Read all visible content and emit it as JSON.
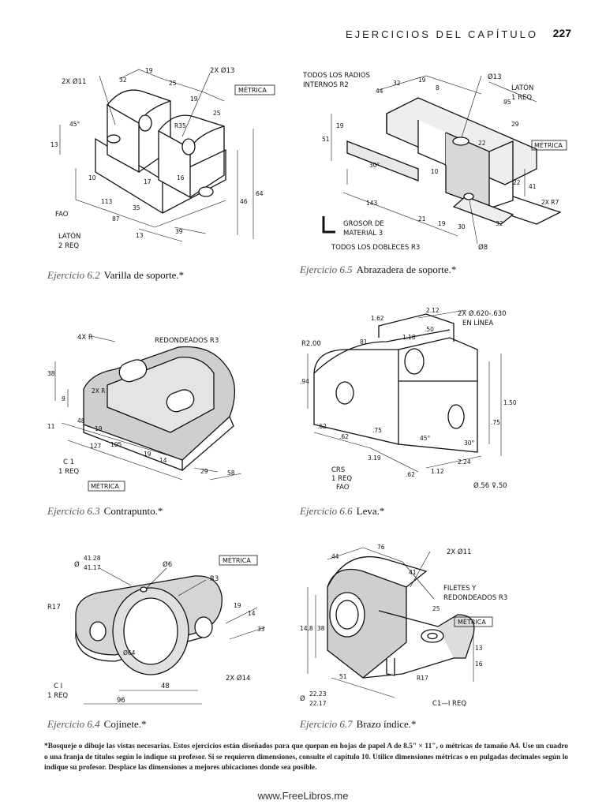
{
  "header": {
    "running_title": "EJERCICIOS DEL CAPÍTULO",
    "page_number": "227"
  },
  "figures": [
    {
      "id": "6.2",
      "number": "Ejercicio 6.2",
      "title": "Varilla de soporte.*",
      "labels": {
        "metric": "MÉTRICA",
        "hole1": "2X Ø11",
        "hole2": "2X Ø13",
        "material": "LATÓN",
        "qty": "2 REQ",
        "fao": "FAO",
        "d32": "32",
        "d19a": "19",
        "d25a": "25",
        "d19b": "19",
        "d25b": "25",
        "r": "R35",
        "d45": "45°",
        "d13": "13",
        "d10": "10",
        "d17": "17",
        "d16": "16",
        "d113": "113",
        "d35": "35",
        "d87": "87",
        "d13b": "13",
        "d39": "39",
        "d46": "46",
        "d64": "64"
      }
    },
    {
      "id": "6.5",
      "number": "Ejercicio 6.5",
      "title": "Abrazadera de soporte.*",
      "labels": {
        "radii_1": "TODOS LOS RADIOS",
        "radii_2": "INTERNOS R2",
        "hole": "Ø13",
        "material": "LATÓN",
        "qty": "1 REQ",
        "metric": "MÉTRICA",
        "thick_1": "GROSOR DE",
        "thick_2": "MATERIAL 3",
        "bends": "TODOS LOS DOBLECES R3",
        "hole2": "Ø8",
        "r7": "2X R7",
        "d44": "44",
        "d32": "32",
        "d19": "19",
        "d8": "8",
        "d95": "95",
        "d29": "29",
        "d51": "51",
        "d19b": "19",
        "d30": "30°",
        "d10": "10",
        "d22": "22",
        "d41": "41",
        "d143": "143",
        "d21": "21",
        "d19c": "19",
        "d30b": "30",
        "d32b": "32",
        "d22b": "22"
      }
    },
    {
      "id": "6.3",
      "number": "Ejercicio 6.3",
      "title": "Contrapunto.*",
      "labels": {
        "radius": "4X R",
        "rounds": "REDONDEADOS R3",
        "part": "C 1",
        "qty": "1 REQ",
        "metric": "MÉTRICA",
        "d38": "38",
        "d9": "9",
        "d11": "11",
        "d48": "48",
        "d19": "19",
        "d127": "127",
        "d105": "105",
        "d19b": "19",
        "d14": "14",
        "d29": "29",
        "d58": "58",
        "d2x": "2X R"
      }
    },
    {
      "id": "6.6",
      "number": "Ejercicio 6.6",
      "title": "Leva.*",
      "labels": {
        "hole": "2X Ø.620-.630",
        "inline": "EN LÍNEA",
        "radius": "R2.00",
        "crs": "CRS",
        "qty": "1 REQ",
        "fao": "FAO",
        "bottom": "Ø.56 ⊽.50",
        "d162": "1.62",
        "d212": "2.12",
        "d81": "81",
        "d118": "1.18",
        "d50": ".50",
        "d94": ".94",
        "d150": "1.50",
        "d75": ".75",
        "d62": ".62",
        "d62b": ".62",
        "d75b": ".75",
        "d45": "45°",
        "d30": "30°",
        "d319": "3.19",
        "d62c": ".62",
        "d112": "1.12",
        "d224": "2.24"
      }
    },
    {
      "id": "6.4",
      "number": "Ejercicio 6.4",
      "title": "Cojinete.*",
      "labels": {
        "bore_top": "41.28",
        "bore_bot": "41.17",
        "hole": "Ø6",
        "metric": "MÉTRICA",
        "r3": "R3",
        "r17": "R17",
        "d64": "Ø64",
        "d48": "48",
        "d96": "96",
        "holes": "2X Ø14",
        "part": "C I",
        "qty": "1 REQ",
        "d33": "33",
        "d14": "14",
        "d19": "19"
      }
    },
    {
      "id": "6.7",
      "number": "Ejercicio 6.7",
      "title": "Brazo índice.*",
      "labels": {
        "hole": "2X Ø11",
        "fillets_1": "FILETES Y",
        "fillets_2": "REDONDEADOS R3",
        "metric": "MÉTRICA",
        "bore_top": "22.23",
        "bore_bot": "22.17",
        "part": "C1—I REQ",
        "d44": "44",
        "d76": "76",
        "d41": "41",
        "d25": "25",
        "d14": "14.8",
        "d38": "38",
        "d51": "51",
        "d16": "16",
        "d13": "13",
        "r17": "R17"
      }
    }
  ],
  "footnote": "*Bosqueje o dibuje las vistas necesarias. Estos ejercicios están diseñados para que quepan en hojas de papel A de 8.5\" × 11\", o métricas de tamaño A4. Use un cuadro o una franja de títulos según lo indique su profesor. Si se requieren dimensiones, consulte el capítulo 10. Utilice dimensiones métricas o en pulgadas decimales según lo indique su profesor. Desplace las dimensiones a mejores ubicaciones donde sea posible.",
  "footer": "www.FreeLibros.me"
}
